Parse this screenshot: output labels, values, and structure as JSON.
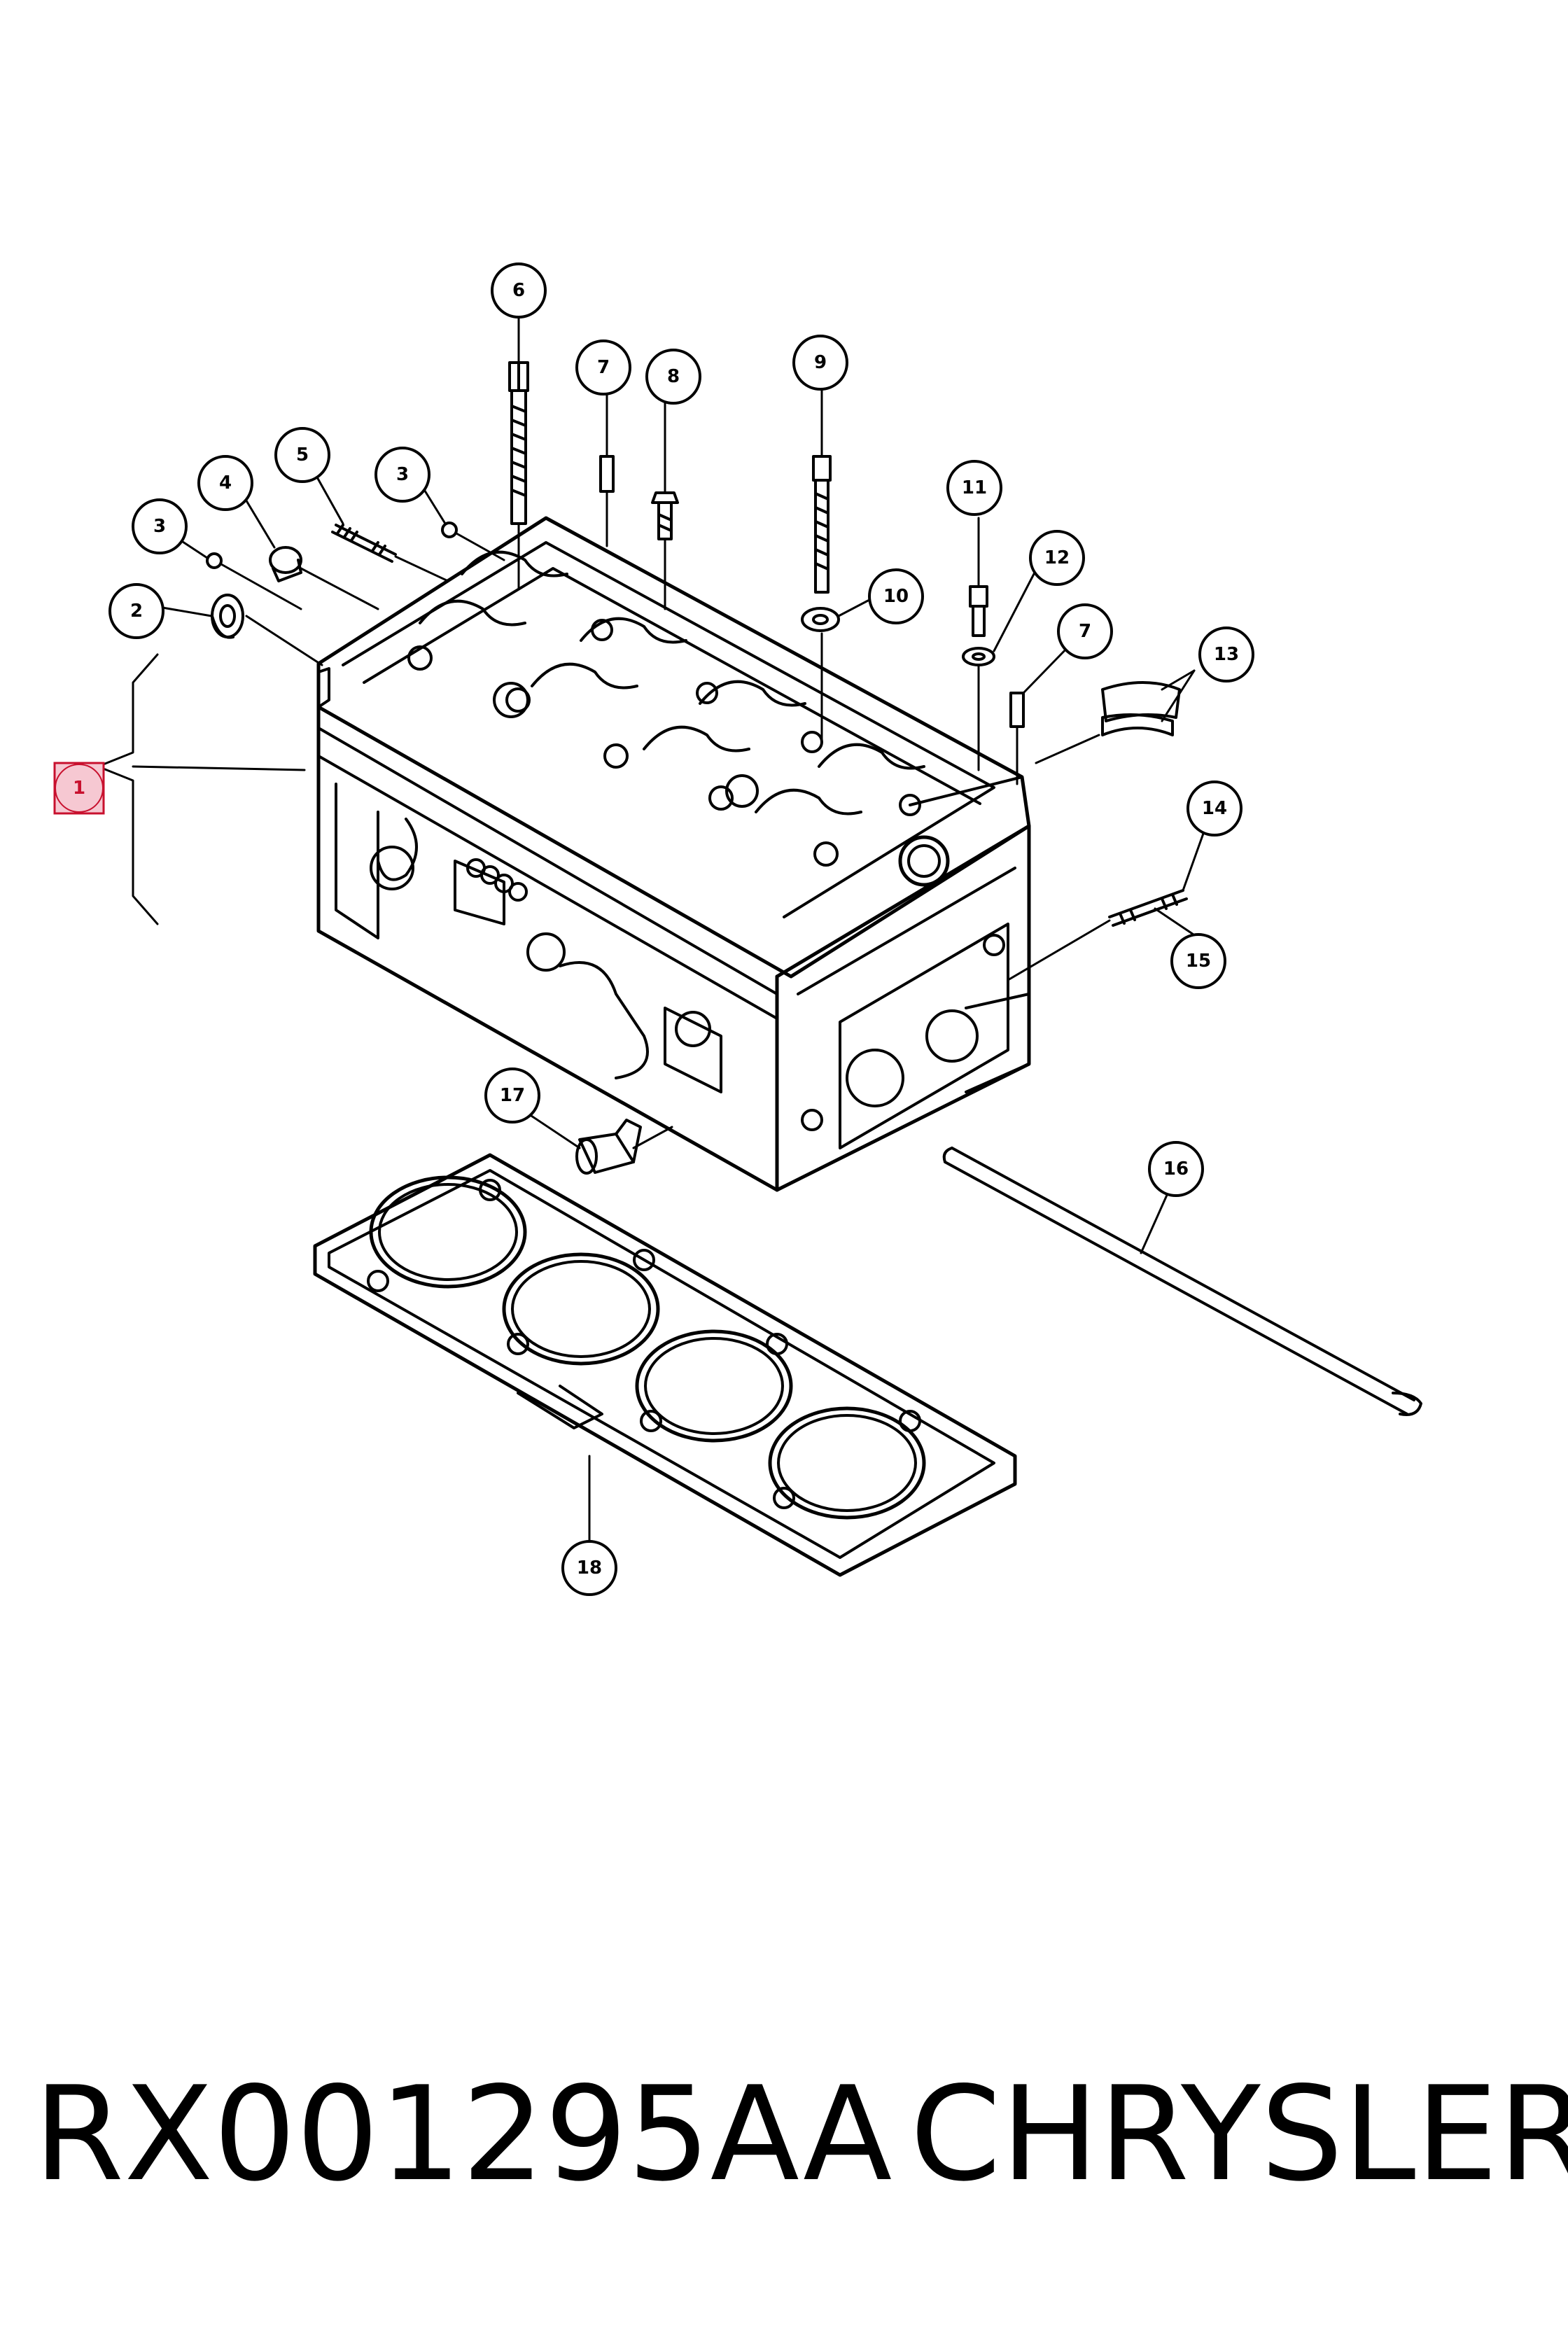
{
  "colors": {
    "line": "#000000",
    "highlight_fill": "#f6c8d2",
    "highlight_stroke": "#c8102e"
  },
  "callouts": [
    {
      "id": "c1",
      "label": "1",
      "highlighted": true
    },
    {
      "id": "c2",
      "label": "2"
    },
    {
      "id": "c3a",
      "label": "3"
    },
    {
      "id": "c3b",
      "label": "3"
    },
    {
      "id": "c4",
      "label": "4"
    },
    {
      "id": "c5",
      "label": "5"
    },
    {
      "id": "c6",
      "label": "6"
    },
    {
      "id": "c7a",
      "label": "7"
    },
    {
      "id": "c7b",
      "label": "7"
    },
    {
      "id": "c8",
      "label": "8"
    },
    {
      "id": "c9",
      "label": "9"
    },
    {
      "id": "c10",
      "label": "10"
    },
    {
      "id": "c11",
      "label": "11"
    },
    {
      "id": "c12",
      "label": "12"
    },
    {
      "id": "c13",
      "label": "13"
    },
    {
      "id": "c14",
      "label": "14"
    },
    {
      "id": "c15",
      "label": "15"
    },
    {
      "id": "c16",
      "label": "16"
    },
    {
      "id": "c17",
      "label": "17"
    },
    {
      "id": "c18",
      "label": "18"
    }
  ],
  "footer": {
    "part_number": "RX001295AA",
    "brand": "CHRYSLER"
  }
}
